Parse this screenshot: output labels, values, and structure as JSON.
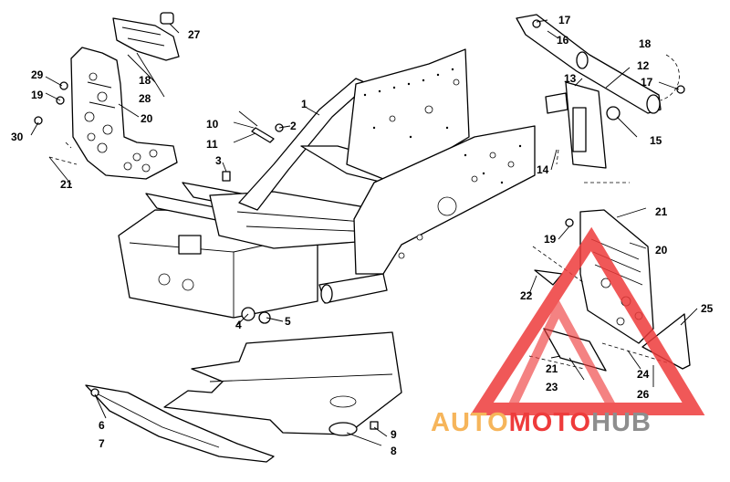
{
  "diagram": {
    "callouts": [
      {
        "label": "1"
      },
      {
        "label": "2"
      },
      {
        "label": "3"
      },
      {
        "label": "4"
      },
      {
        "label": "5"
      },
      {
        "label": "6"
      },
      {
        "label": "7"
      },
      {
        "label": "8"
      },
      {
        "label": "9"
      },
      {
        "label": "10"
      },
      {
        "label": "11"
      },
      {
        "label": "12"
      },
      {
        "label": "13"
      },
      {
        "label": "14"
      },
      {
        "label": "15"
      },
      {
        "label": "16"
      },
      {
        "label": "17"
      },
      {
        "label": "17"
      },
      {
        "label": "18"
      },
      {
        "label": "18"
      },
      {
        "label": "19"
      },
      {
        "label": "19"
      },
      {
        "label": "20"
      },
      {
        "label": "20"
      },
      {
        "label": "21"
      },
      {
        "label": "21"
      },
      {
        "label": "21"
      },
      {
        "label": "22"
      },
      {
        "label": "23"
      },
      {
        "label": "24"
      },
      {
        "label": "25"
      },
      {
        "label": "26"
      },
      {
        "label": "27"
      },
      {
        "label": "28"
      },
      {
        "label": "29"
      },
      {
        "label": "30"
      }
    ]
  },
  "watermark": {
    "part1": "AUTO",
    "part2": "MOTO",
    "part3": "HUB",
    "colors": {
      "orange": "#f6b55b",
      "red": "#ee3b3b",
      "gray": "#8e8e8e"
    }
  }
}
